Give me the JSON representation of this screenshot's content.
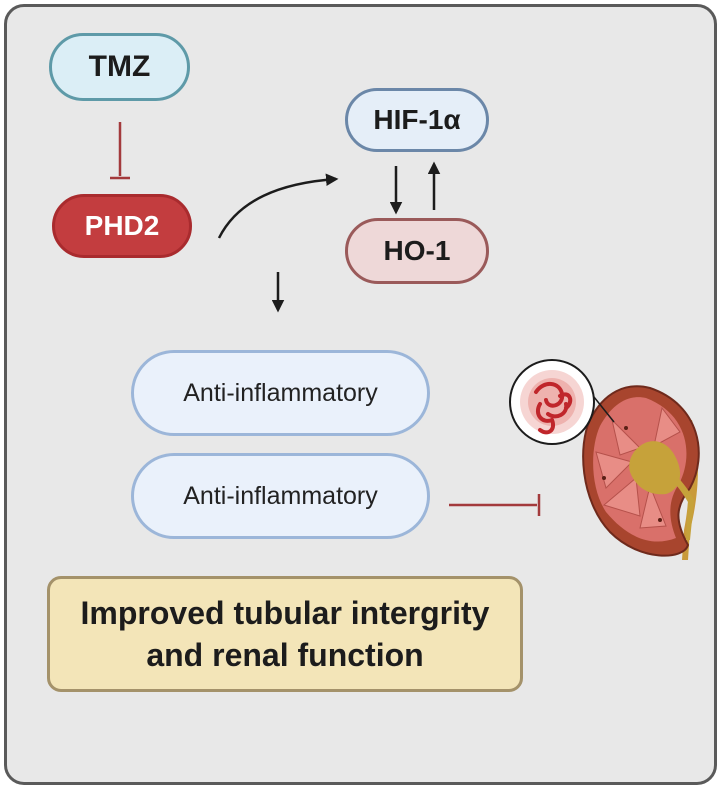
{
  "nodes": {
    "tmz": "TMZ",
    "phd2": "PHD2",
    "hif1a": "HIF-1α",
    "ho1": "HO-1",
    "effect_1": "Anti-inflammatory",
    "effect_2": "Anti-inflammatory"
  },
  "outcome": {
    "line_1": "Improved tubular intergrity",
    "line_2": "and renal function"
  },
  "colors": {
    "panel_background": "#e8e8e8",
    "inhibition": "#a33a3c",
    "activation": "#1c1c1c",
    "phd2_fill": "#c33d3f",
    "outcome_fill": "#f3e5b8"
  },
  "icons": [
    "kidney-icon",
    "glomerulus-magnifier-icon"
  ]
}
